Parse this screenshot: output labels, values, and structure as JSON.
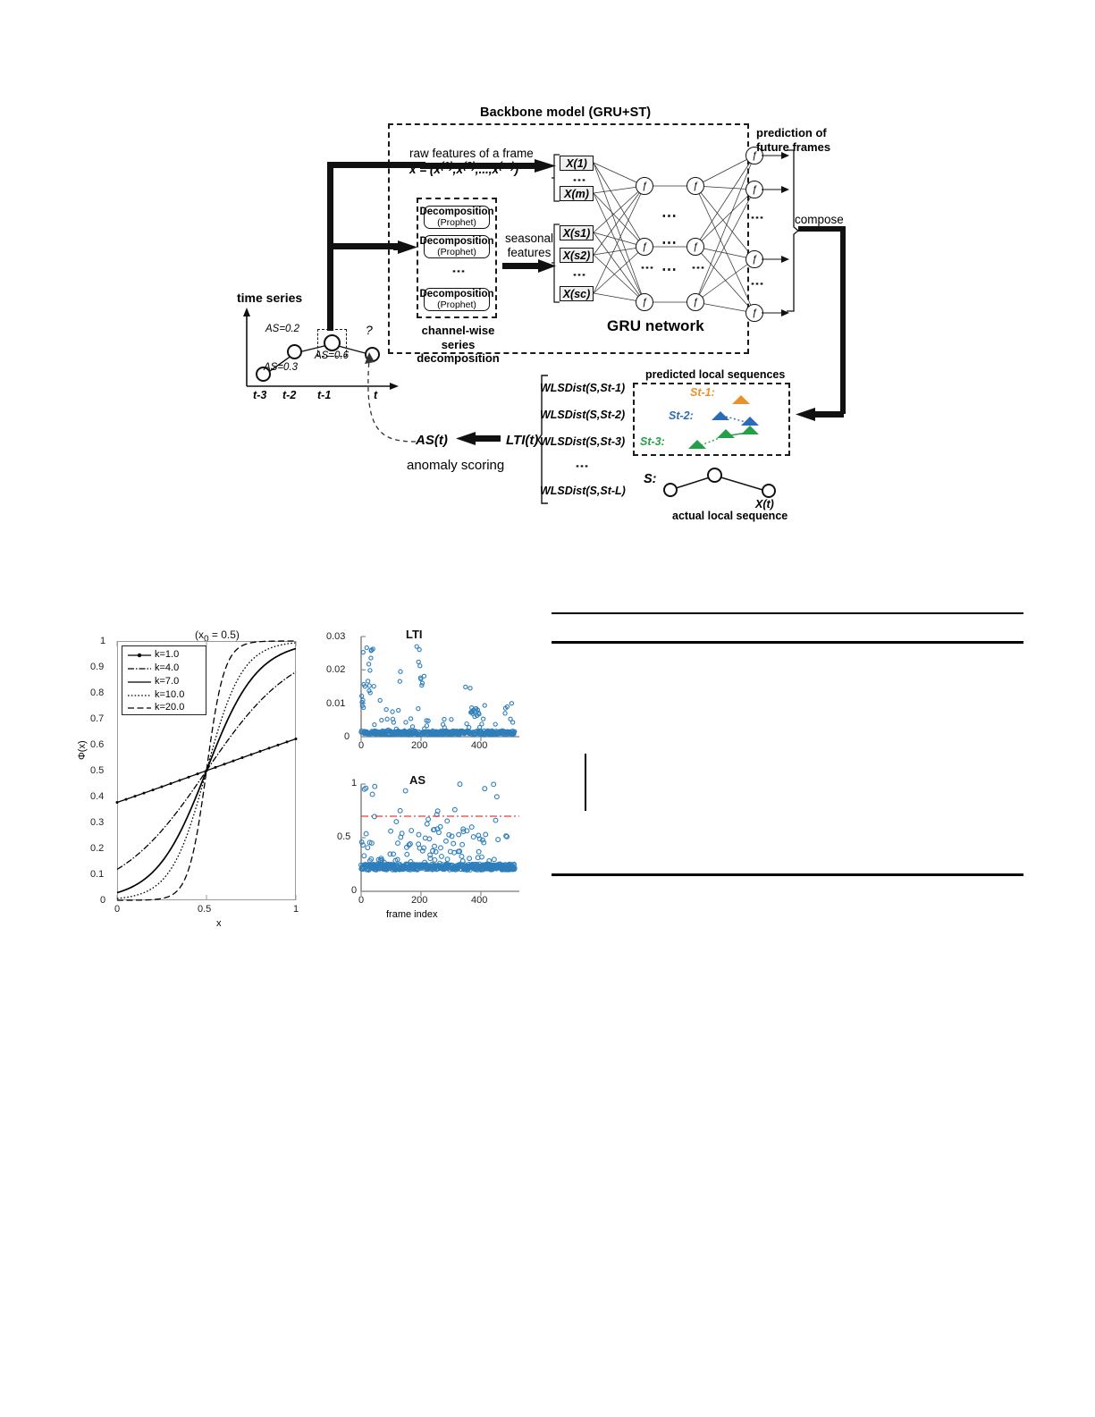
{
  "figure_architecture": {
    "backbone_title": "Backbone model (GRU+ST)",
    "raw_features_line1": "raw features of a frame",
    "raw_features_line2": "x = (x(1),x(2),...,x(m))",
    "decomposition_label_1": "Decomposition",
    "decomposition_label_2": "(Prophet)",
    "decomposition_caption_line1": "channel-wise series",
    "decomposition_caption_line2": "decomposition",
    "seasonal_line1": "seasonal",
    "seasonal_line2": "features",
    "gru_label": "GRU network",
    "prediction_line1": "prediction of",
    "prediction_line2": "future frames",
    "compose_label": "compose",
    "input_boxes": [
      "X(1)",
      "X(m)",
      "X(s1)",
      "X(s2)",
      "X(sc)"
    ],
    "time_series": {
      "title": "time series",
      "axis_ticks": [
        "t-3",
        "t-2",
        "t-1",
        "t"
      ],
      "annotations": [
        "AS=0.3",
        "AS=0.2",
        "AS=0.6"
      ],
      "unknown_marker": "?"
    },
    "scoring": {
      "as_label": "AS(t)",
      "lti_label": "LTI(t)",
      "caption": "anomaly scoring",
      "wlsdist_rows": [
        "WLSDist(S,St-1)",
        "WLSDist(S,St-2)",
        "WLSDist(S,St-3)",
        "WLSDist(S,St-L)"
      ],
      "vertical_dots": "⋮"
    },
    "predicted": {
      "title": "predicted local sequences",
      "rows": [
        {
          "label": "St-1:",
          "color": "#e8912d"
        },
        {
          "label": "St-2:",
          "color": "#2b6cb8"
        },
        {
          "label": "St-3:",
          "color": "#24a148"
        }
      ],
      "actual_label": "S:",
      "actual_point_label": "X(t)",
      "actual_caption": "actual local sequence"
    }
  },
  "chart_data": [
    {
      "type": "line",
      "name": "sigmoid-curves",
      "title": "(x0 = 0.5)",
      "xlabel": "x",
      "ylabel": "Φ(x)",
      "xlim": [
        0,
        1
      ],
      "ylim": [
        0,
        1
      ],
      "xticks": [
        "0",
        "0.5",
        "1"
      ],
      "yticks": [
        "0",
        "0.1",
        "0.2",
        "0.3",
        "0.4",
        "0.5",
        "0.6",
        "0.7",
        "0.8",
        "0.9",
        "1"
      ],
      "grid": false,
      "legend_position": "upper-left",
      "x": [
        0,
        0.05,
        0.1,
        0.15,
        0.2,
        0.25,
        0.3,
        0.35,
        0.4,
        0.45,
        0.5,
        0.55,
        0.6,
        0.65,
        0.7,
        0.75,
        0.8,
        0.85,
        0.9,
        0.95,
        1
      ],
      "series": [
        {
          "name": "k=1.0",
          "style": "solid-marker",
          "k": 1.0,
          "values": [
            0.3775,
            0.3888,
            0.4002,
            0.4116,
            0.4232,
            0.4348,
            0.4465,
            0.4583,
            0.47,
            0.4819,
            0.5,
            0.5125,
            0.5244,
            0.5362,
            0.548,
            0.5596,
            0.5711,
            0.5826,
            0.5939,
            0.605,
            0.6225
          ]
        },
        {
          "name": "k=4.0",
          "style": "dash-dot",
          "k": 4.0,
          "values": [
            0.1192,
            0.1419,
            0.168,
            0.1978,
            0.2315,
            0.2689,
            0.31,
            0.3543,
            0.4013,
            0.4502,
            0.5,
            0.5498,
            0.5987,
            0.6457,
            0.69,
            0.7311,
            0.7685,
            0.8022,
            0.832,
            0.8581,
            0.8808
          ]
        },
        {
          "name": "k=7.0",
          "style": "solid",
          "k": 7.0,
          "values": [
            0.0293,
            0.0409,
            0.057,
            0.079,
            0.1091,
            0.1491,
            0.2007,
            0.2654,
            0.3426,
            0.4288,
            0.5,
            0.5712,
            0.6574,
            0.7346,
            0.7993,
            0.8509,
            0.8909,
            0.921,
            0.943,
            0.9591,
            0.9707
          ]
        },
        {
          "name": "k=10.0",
          "style": "dotted",
          "k": 10.0,
          "values": [
            0.0067,
            0.011,
            0.018,
            0.0293,
            0.0474,
            0.0759,
            0.1192,
            0.1824,
            0.2689,
            0.3775,
            0.5,
            0.6225,
            0.7311,
            0.8176,
            0.8808,
            0.9241,
            0.9526,
            0.9707,
            0.982,
            0.989,
            0.9933
          ]
        },
        {
          "name": "k=20.0",
          "style": "dashed",
          "k": 20.0,
          "values": [
            5e-05,
            0.00012,
            0.0001,
            0.0005,
            0.0018,
            0.0067,
            0.018,
            0.0474,
            0.1192,
            0.2689,
            0.5,
            0.7311,
            0.8808,
            0.9526,
            0.982,
            0.9933,
            0.9975,
            0.9991,
            0.9997,
            0.9999,
            1.0
          ]
        }
      ]
    },
    {
      "type": "scatter",
      "name": "lti-scatter",
      "title": "LTI",
      "xlabel": "",
      "ylabel": "",
      "xlim": [
        0,
        520
      ],
      "ylim": [
        0,
        0.03
      ],
      "xticks": [
        "0",
        "200",
        "400"
      ],
      "yticks": [
        "0",
        "0.01",
        "0.02",
        "0.03"
      ],
      "marker_color": "#2e7ebb",
      "point_count": 520,
      "description": "LTI values per frame index: dense baseline near 0 with sparse outliers up to 0.03; highest outliers at frame ~0-40 and ~190-210"
    },
    {
      "type": "scatter",
      "name": "as-scatter",
      "title": "AS",
      "xlabel": "frame index",
      "ylabel": "",
      "xlim": [
        0,
        520
      ],
      "ylim": [
        0,
        1
      ],
      "xticks": [
        "0",
        "200",
        "400"
      ],
      "yticks": [
        "0",
        "0.5",
        "1"
      ],
      "marker_color": "#2e7ebb",
      "threshold": 0.7,
      "threshold_color": "#e8403a",
      "threshold_style": "dash-dot",
      "point_count": 520,
      "description": "Anomaly scores per frame index; dense band around 0.22, scattered points up to 1.0, red dash-dot threshold line at 0.7"
    }
  ],
  "table": {
    "rules": [
      "top-rule",
      "header-rule",
      "bottom-rule"
    ],
    "cells": []
  }
}
